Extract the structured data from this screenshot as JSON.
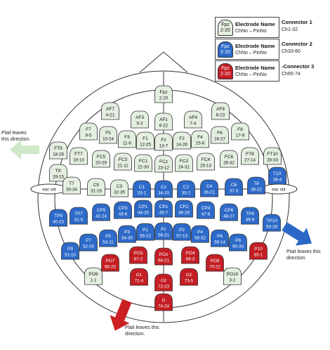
{
  "colors": {
    "connector1_fill": "#e4efe2",
    "connector2_fill": "#2d6ac9",
    "connector3_fill": "#c41e24",
    "arrow_green": "#cfe8c8",
    "arrow_blue": "#2a68c5",
    "arrow_red": "#cc1f23",
    "outline": "#333333"
  },
  "legend": [
    {
      "label": "Fpz",
      "code": "2-20",
      "title": "Electrode Name",
      "subtitle": "ChNo – PinNo",
      "connector": "Connector 1",
      "range": "Ch1-32",
      "group": 1
    },
    {
      "label": "Fpz",
      "code": "2-20",
      "title": "Electrode Name",
      "subtitle": "ChNo – PinNo",
      "connector": "Connector 2",
      "range": "Ch33-60",
      "group": 2
    },
    {
      "label": "Fpz",
      "code": "2-20",
      "title": "Electrode Name",
      "subtitle": "ChNo – PinNo",
      "connector": "-Connector 3",
      "range": "Ch65-74",
      "group": 3
    }
  ],
  "ear_labels": {
    "left": "ear slit",
    "right": "ear slit"
  },
  "directions": {
    "left": "Plait leaves this direction.",
    "right": "Plait leaves this direction.",
    "bottom": "Plait leaves this direction."
  },
  "electrodes": [
    {
      "name": "Fpz",
      "code": "2-20",
      "group": 1
    },
    {
      "name": "AF7",
      "code": "4-21",
      "group": 1
    },
    {
      "name": "AF3",
      "code": "5-3",
      "group": 1
    },
    {
      "name": "AFz",
      "code": "6-22",
      "group": 1
    },
    {
      "name": "AF4",
      "code": "7-4",
      "group": 1
    },
    {
      "name": "AF8",
      "code": "8-23",
      "group": 1
    },
    {
      "name": "F7",
      "code": "9-5",
      "group": 1
    },
    {
      "name": "F5",
      "code": "10-24",
      "group": 1
    },
    {
      "name": "F3",
      "code": "11-6",
      "group": 1
    },
    {
      "name": "F1",
      "code": "12-25",
      "group": 1
    },
    {
      "name": "Fz",
      "code": "13-7",
      "group": 1
    },
    {
      "name": "F2",
      "code": "14-26",
      "group": 1
    },
    {
      "name": "F4",
      "code": "15-8",
      "group": 1
    },
    {
      "name": "F6",
      "code": "16-27",
      "group": 1
    },
    {
      "name": "F8",
      "code": "17-9",
      "group": 1
    },
    {
      "name": "FT9",
      "code": "18-28",
      "group": 1
    },
    {
      "name": "FT7",
      "code": "19-10",
      "group": 1
    },
    {
      "name": "FC5",
      "code": "20-29",
      "group": 1
    },
    {
      "name": "FC3",
      "code": "21-11",
      "group": 1
    },
    {
      "name": "FC1",
      "code": "22-30",
      "group": 1
    },
    {
      "name": "FCz",
      "code": "23-12",
      "group": 1
    },
    {
      "name": "FC2",
      "code": "24-31",
      "group": 1
    },
    {
      "name": "FC4",
      "code": "25-13",
      "group": 1
    },
    {
      "name": "FC6",
      "code": "26-32",
      "group": 1
    },
    {
      "name": "FT8",
      "code": "27-14",
      "group": 1
    },
    {
      "name": "FT10",
      "code": "28-33",
      "group": 1
    },
    {
      "name": "T9'",
      "code": "29-15",
      "group": 1
    },
    {
      "name": "T7",
      "code": "30-34",
      "group": 1
    },
    {
      "name": "C5",
      "code": "31-16",
      "group": 1
    },
    {
      "name": "C3",
      "code": "32-35",
      "group": 1
    },
    {
      "name": "C1",
      "code": "33-1",
      "group": 2
    },
    {
      "name": "Cz",
      "code": "34-20",
      "group": 2
    },
    {
      "name": "C2",
      "code": "35-2",
      "group": 2
    },
    {
      "name": "C4",
      "code": "36-21",
      "group": 2
    },
    {
      "name": "C6",
      "code": "37-3",
      "group": 2
    },
    {
      "name": "T8",
      "code": "38-22",
      "group": 2
    },
    {
      "name": "T10'",
      "code": "39-4",
      "group": 2
    },
    {
      "name": "TP9",
      "code": "40-23",
      "group": 2
    },
    {
      "name": "TP7",
      "code": "41-5",
      "group": 2
    },
    {
      "name": "CP5",
      "code": "42-24",
      "group": 2
    },
    {
      "name": "CP3",
      "code": "43-6",
      "group": 2
    },
    {
      "name": "CP1",
      "code": "44-25",
      "group": 2
    },
    {
      "name": "CPz",
      "code": "45-7",
      "group": 2
    },
    {
      "name": "CP2",
      "code": "46-26",
      "group": 2
    },
    {
      "name": "CP4",
      "code": "47-8",
      "group": 2
    },
    {
      "name": "CP6",
      "code": "48-27",
      "group": 2
    },
    {
      "name": "TP8",
      "code": "49-9",
      "group": 2
    },
    {
      "name": "TP10",
      "code": "50-28",
      "group": 2
    },
    {
      "name": "P9",
      "code": "51-10",
      "group": 2
    },
    {
      "name": "P7",
      "code": "52-29",
      "group": 2
    },
    {
      "name": "P5",
      "code": "53-11",
      "group": 2
    },
    {
      "name": "P3",
      "code": "54-30",
      "group": 2
    },
    {
      "name": "P1",
      "code": "55-12",
      "group": 2
    },
    {
      "name": "Pz",
      "code": "56-31",
      "group": 2
    },
    {
      "name": "P2",
      "code": "57-13",
      "group": 2
    },
    {
      "name": "P4",
      "code": "58-32",
      "group": 2
    },
    {
      "name": "P6",
      "code": "59-14",
      "group": 2
    },
    {
      "name": "P8",
      "code": "60-33",
      "group": 2
    },
    {
      "name": "P10",
      "code": "65-1",
      "group": 3
    },
    {
      "name": "PO7",
      "code": "66-20",
      "group": 3
    },
    {
      "name": "PO3",
      "code": "67-2",
      "group": 3
    },
    {
      "name": "POz",
      "code": "68-21",
      "group": 3
    },
    {
      "name": "PO4",
      "code": "69-3",
      "group": 3
    },
    {
      "name": "PO8",
      "code": "70-22",
      "group": 3
    },
    {
      "name": "O1",
      "code": "71-4",
      "group": 3
    },
    {
      "name": "Oz",
      "code": "72-23",
      "group": 3
    },
    {
      "name": "O2",
      "code": "73-5",
      "group": 3
    },
    {
      "name": "Iz",
      "code": "74-24",
      "group": 3
    },
    {
      "name": "PO9",
      "code": "1-1",
      "group": 1
    },
    {
      "name": "PO10",
      "code": "3-2",
      "group": 1
    }
  ]
}
